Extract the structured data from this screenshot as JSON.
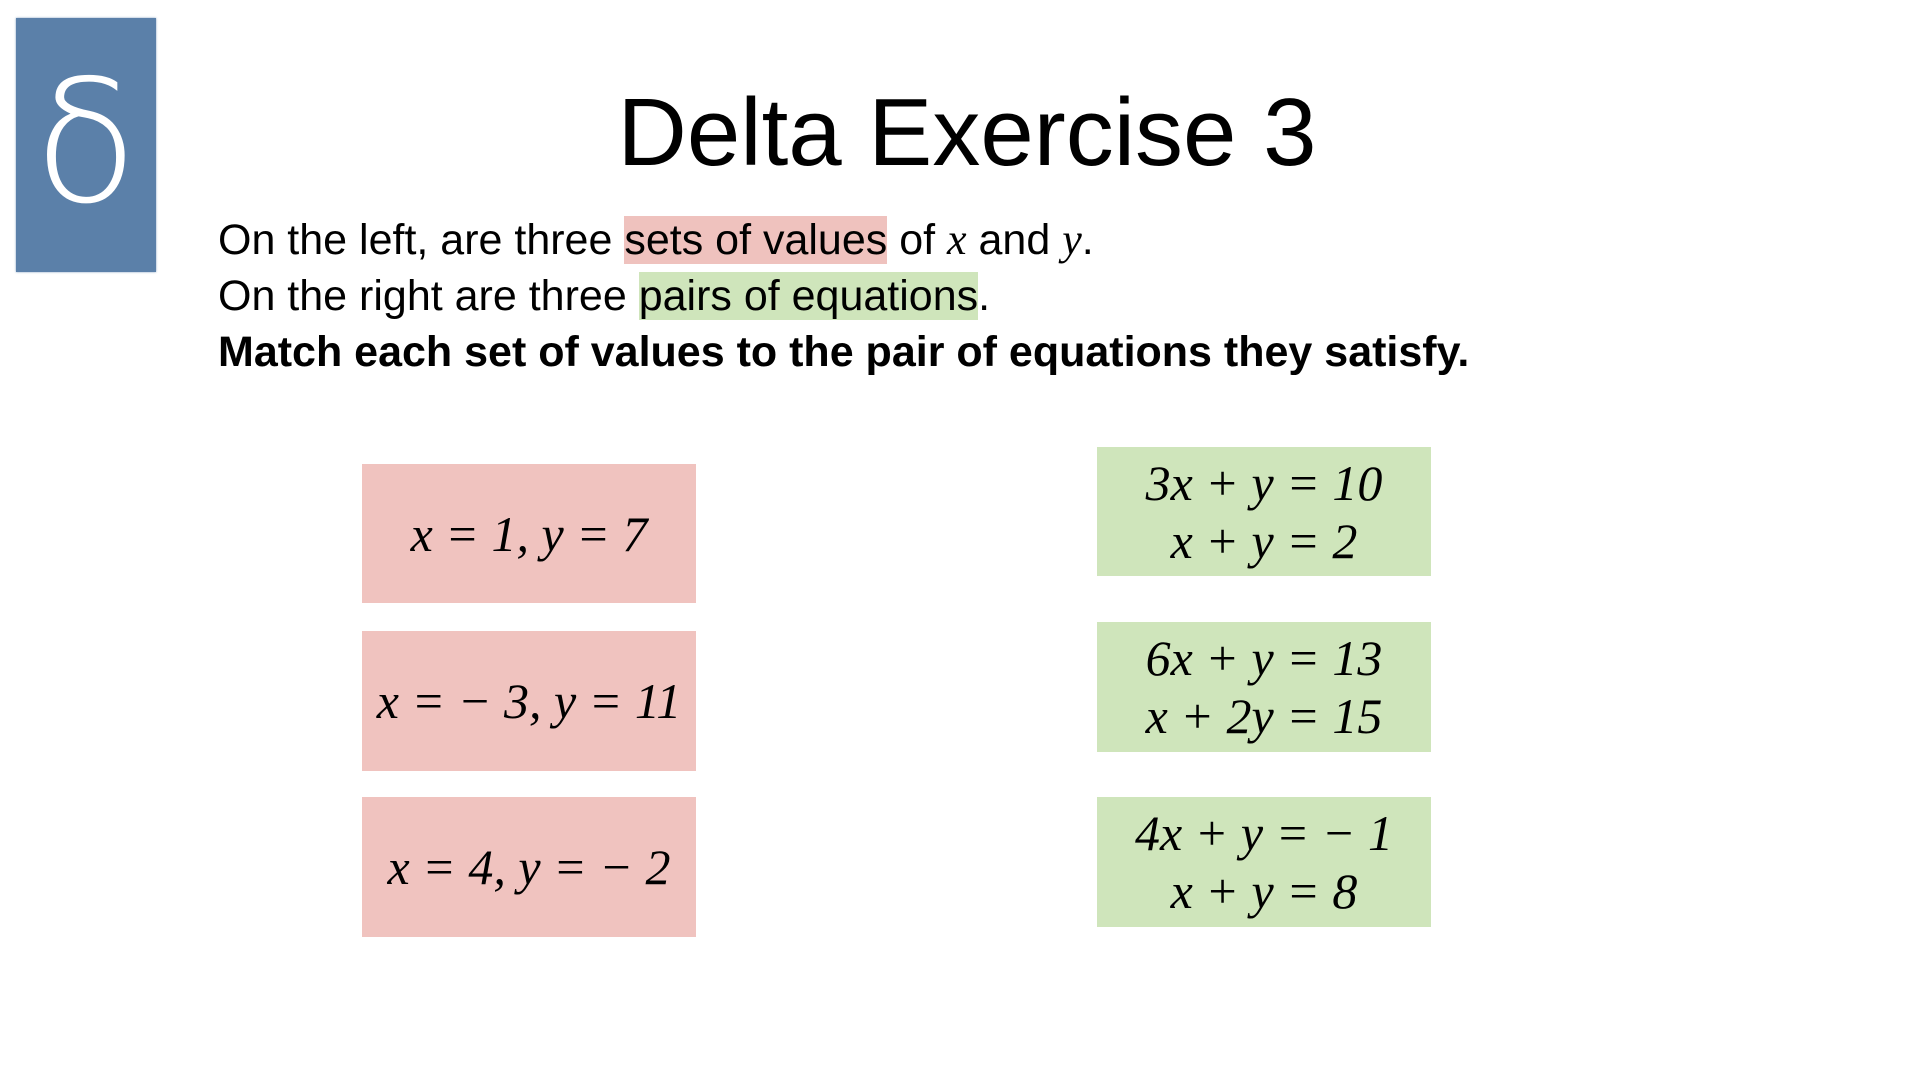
{
  "logo": {
    "symbol": "δ",
    "color": "#5b80a9"
  },
  "title": "Delta Exercise 3",
  "instructions": {
    "line1": {
      "pre": "On the left, are three ",
      "highlight": "sets of values",
      "mid": " of ",
      "var1": "x",
      "and": " and ",
      "var2": "y",
      "end": "."
    },
    "line2": {
      "pre": "On the right are three ",
      "highlight": "pairs of equations",
      "end": "."
    },
    "line3": "Match each set of values to the pair of equations they satisfy."
  },
  "values": [
    "x = 1, y = 7",
    "x = − 3, y = 11",
    "x = 4, y = − 2"
  ],
  "equations": [
    [
      "3x + y = 10",
      "x + y = 2"
    ],
    [
      "6x + y = 13",
      "x + 2y = 15"
    ],
    [
      "4x + y = − 1",
      "x + y = 8"
    ]
  ],
  "colors": {
    "values_bg": "#f0c3bf",
    "equations_bg": "#cfe5bb"
  }
}
